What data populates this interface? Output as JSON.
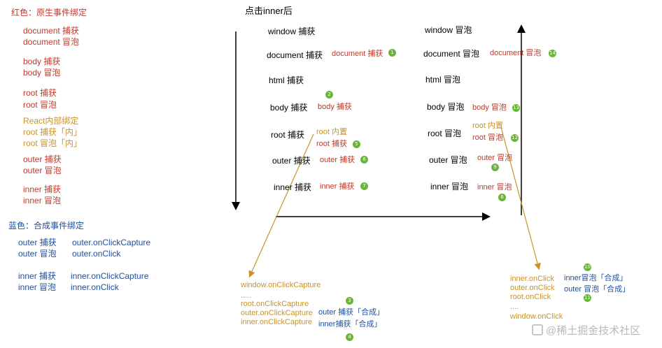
{
  "title_main": "点击inner后",
  "legend": {
    "red_heading": "红色：原生事件绑定",
    "red_items": [
      "document 捕获",
      "document 冒泡",
      "body 捕获",
      "body 冒泡",
      "root 捕获",
      "root 冒泡"
    ],
    "react_heading": "React内部绑定",
    "react_items": [
      "root 捕获「内」",
      "root 冒泡「内」"
    ],
    "red_items2": [
      "outer 捕获",
      "outer 冒泡",
      "inner 捕获",
      "inner 冒泡"
    ],
    "blue_heading": "蓝色：合成事件绑定",
    "blue_rows": [
      [
        "outer 捕获",
        "outer.onClickCapture"
      ],
      [
        "outer 冒泡",
        "outer.onClick"
      ],
      [
        "inner 捕获",
        "inner.onClickCapture"
      ],
      [
        "inner 冒泡",
        "inner.onClick"
      ]
    ]
  },
  "capture": {
    "phases": [
      "window 捕获",
      "document 捕获",
      "html 捕获",
      "body 捕获",
      "root 捕获",
      "outer 捕获",
      "inner 捕获"
    ],
    "doc_label": "document 捕获",
    "body_label": "body 捕获",
    "root_inner": "root 内置",
    "root_label": "root 捕获",
    "outer_label": "outer 捕获",
    "inner_label": "inner 捕获"
  },
  "bubble": {
    "phases": [
      "window 冒泡",
      "document 冒泡",
      "html 冒泡",
      "body 冒泡",
      "root 冒泡",
      "outer 冒泡",
      "inner 冒泡"
    ],
    "doc_label": "document 冒泡",
    "body_label": "body 冒泡",
    "root_inner": "root 内置",
    "root_label": "root 冒泡",
    "outer_label": "outer 冒泡",
    "inner_label": "inner 冒泡"
  },
  "capture_list": {
    "lines": [
      "window.onClickCapture",
      ".....",
      "root.onClickCapture",
      "outer.onClickCapture",
      "inner.onClickCapture"
    ],
    "synth": [
      "outer 捕获「合成」",
      "inner捕获「合成」"
    ]
  },
  "bubble_list": {
    "lines": [
      "inner.onClick",
      "outer.onClick",
      "root.onClick",
      "....",
      "window.onClick"
    ],
    "synth": [
      "inner冒泡「合成」",
      "outer 冒泡「合成」"
    ]
  },
  "badges": [
    "1",
    "2",
    "3",
    "4",
    "5",
    "6",
    "7",
    "8",
    "9",
    "10",
    "11",
    "12",
    "13",
    "14"
  ],
  "watermark": "@稀土掘金技术社区",
  "colors": {
    "red": "#c0392b",
    "blue": "#1f4fa0",
    "gold": "#c9922a",
    "green": "#6bb43a"
  }
}
